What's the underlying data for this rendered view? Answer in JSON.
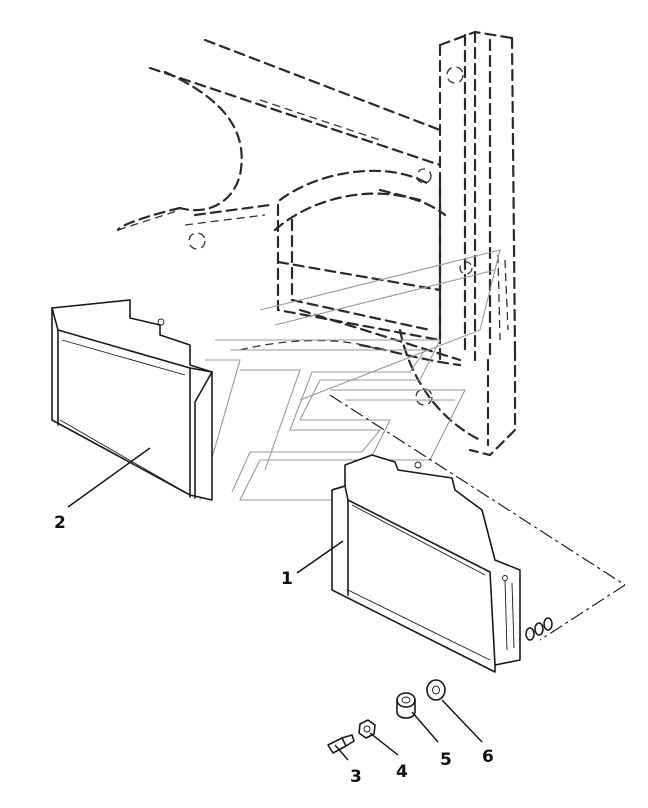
{
  "callouts": [
    {
      "id": "1",
      "label": "1"
    },
    {
      "id": "2",
      "label": "2"
    },
    {
      "id": "3",
      "label": "3"
    },
    {
      "id": "4",
      "label": "4"
    },
    {
      "id": "5",
      "label": "5"
    },
    {
      "id": "6",
      "label": "6"
    }
  ],
  "colors": {
    "line": "#1a1a1a",
    "watermark": "#9a9a9a",
    "background": "#ffffff"
  }
}
